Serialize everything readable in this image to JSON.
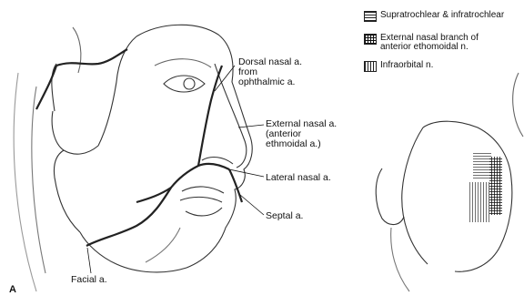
{
  "panel_letter": "A",
  "labels": {
    "dorsal_nasal": "Dorsal nasal a.\nfrom\nophthalmic a.",
    "external_nasal": "External nasal a.\n(anterior\nethmoidal a.)",
    "lateral_nasal": "Lateral nasal a.",
    "septal": "Septal a.",
    "facial": "Facial a."
  },
  "legend": [
    {
      "pattern": "horizontal-hatch",
      "text": "Supratrochlear & infratrochlear"
    },
    {
      "pattern": "cross-hatch",
      "text": "External nasal branch of\nanterior ethomoidal n."
    },
    {
      "pattern": "vertical-hatch",
      "text": "Infraorbital n."
    }
  ]
}
